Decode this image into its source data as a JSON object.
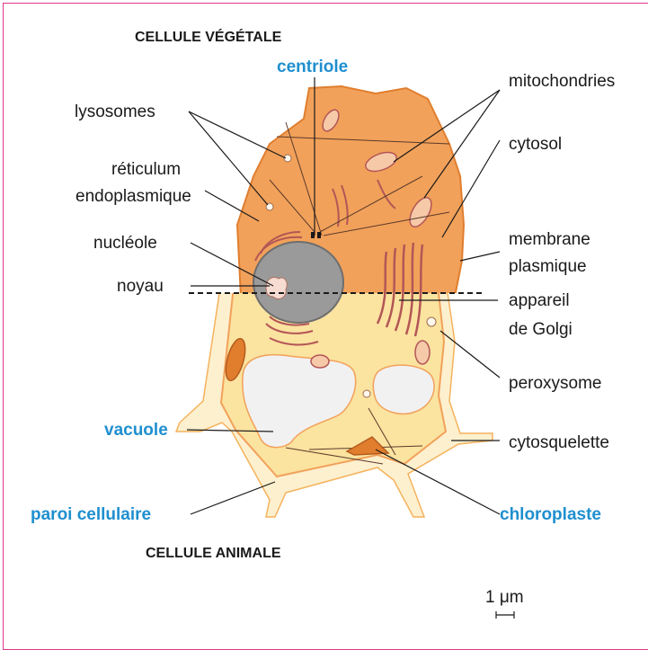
{
  "headings": {
    "top": "CELLULE VÉGÉTALE",
    "bottom": "CELLULE ANIMALE"
  },
  "labels": {
    "centriole": "centriole",
    "mitochondries": "mitochondries",
    "lysosomes": "lysosomes",
    "cytosol": "cytosol",
    "reticulum_1": "réticulum",
    "reticulum_2": "endoplasmique",
    "nucleole": "nucléole",
    "membrane_1": "membrane",
    "membrane_2": "plasmique",
    "noyau": "noyau",
    "golgi_1": "appareil",
    "golgi_2": "de Golgi",
    "peroxysome": "peroxysome",
    "vacuole": "vacuole",
    "cytosquelette": "cytosquelette",
    "paroi": "paroi cellulaire",
    "chloroplaste": "chloroplaste"
  },
  "scale_bar": {
    "label": "1 μm"
  },
  "colors": {
    "animal_cytoplasm": "#f2a15a",
    "plant_cytoplasm": "#fbe3a0",
    "cell_wall": "#fdf0cf",
    "nucleus": "#9a9a9a",
    "vacuole": "#f1f1f1",
    "blue_label": "#1f8fcf",
    "frame": "#d9398a"
  }
}
